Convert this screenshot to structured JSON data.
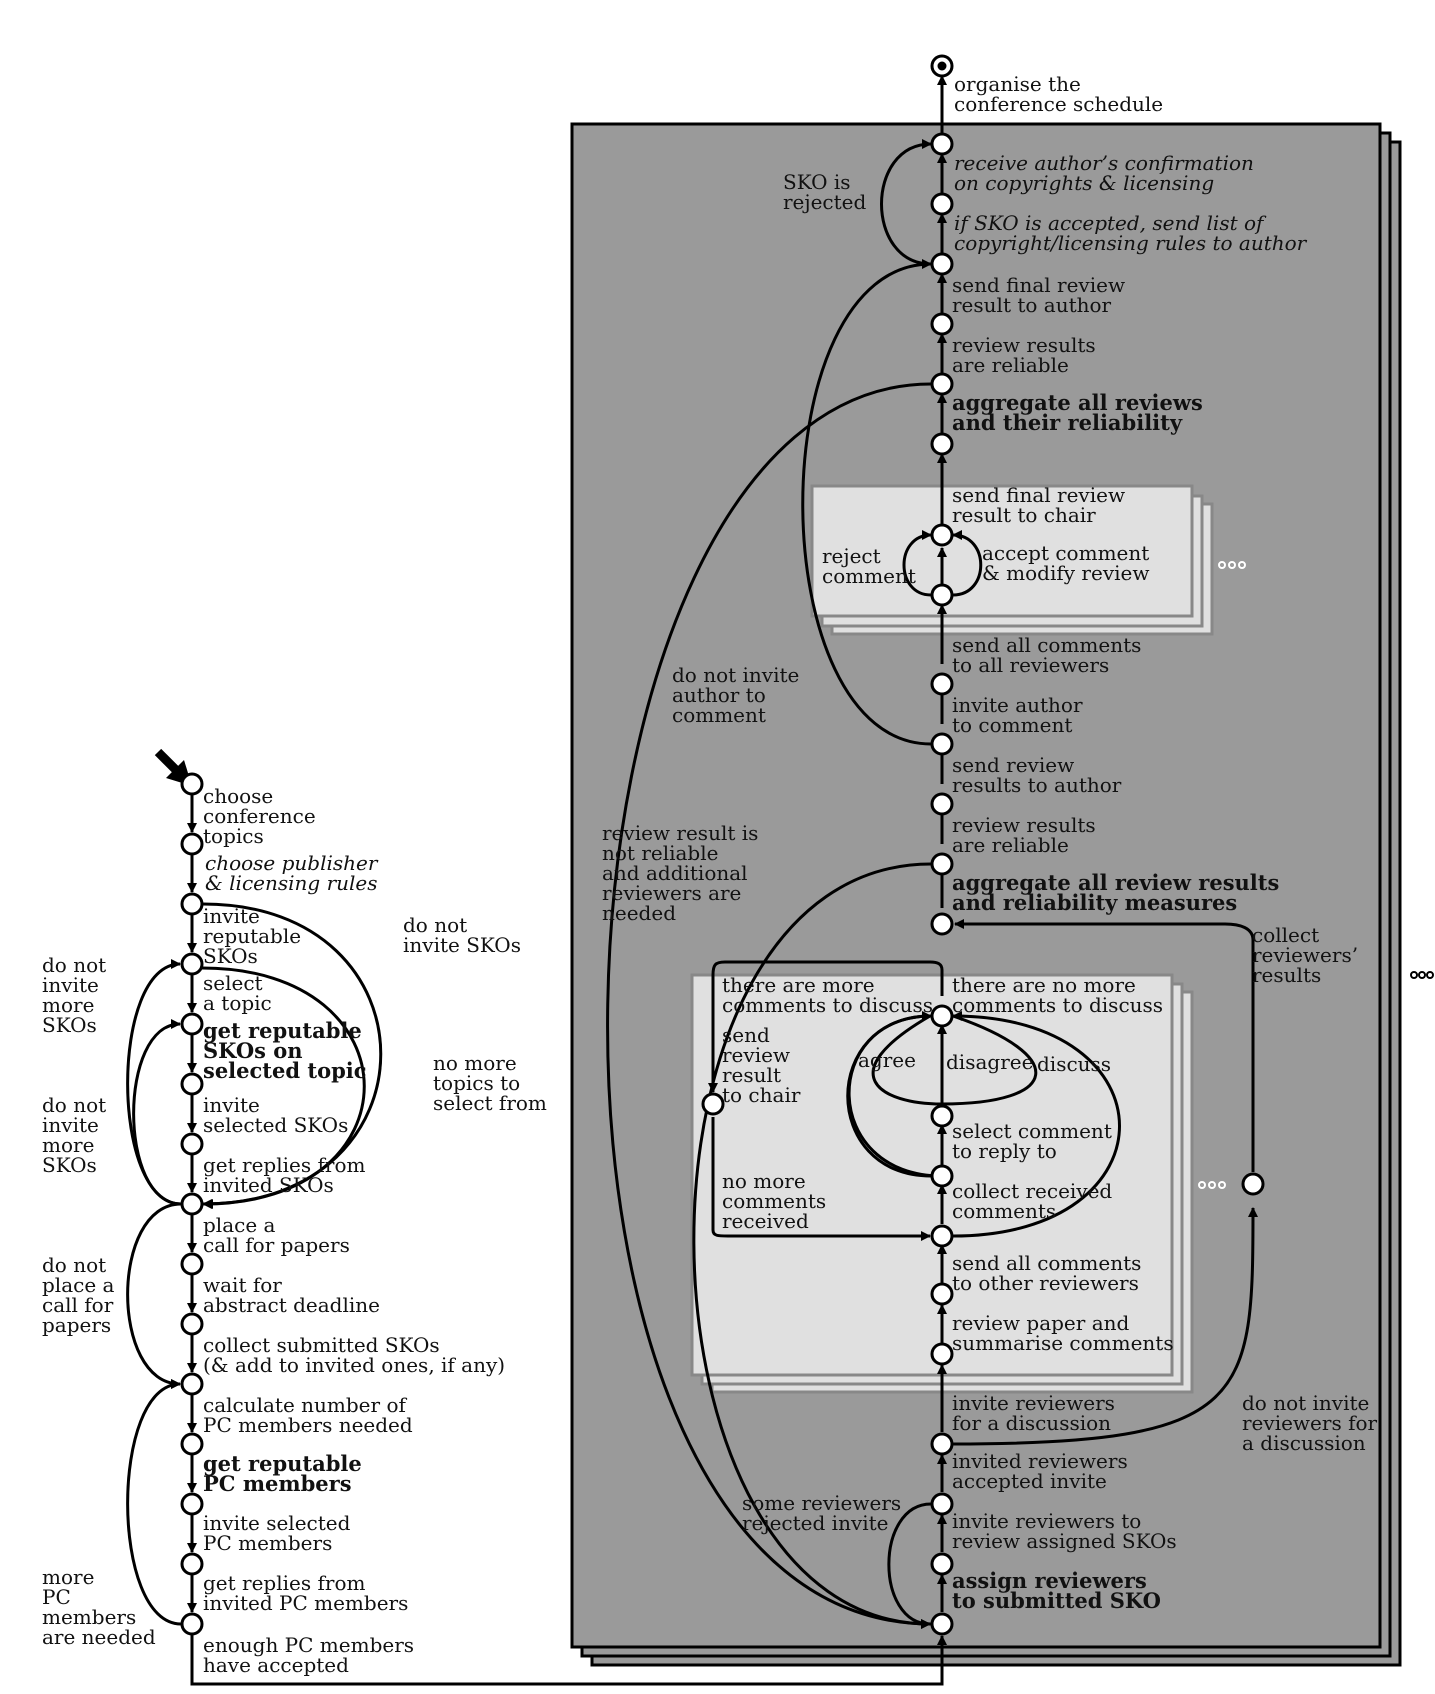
{
  "colors": {
    "outer_frame": "#9a9a9a",
    "inner_frame": "#e0e0e0",
    "inner_frame_stroke": "#888888",
    "line": "#000000",
    "node_fill": "#ffffff"
  },
  "icons": {
    "start": "start-arrow-icon",
    "end": "final-state-icon",
    "more": "ellipsis-icon"
  },
  "left": {
    "choose_topics": [
      "choose",
      "conference",
      "topics"
    ],
    "choose_publisher": [
      "choose publisher",
      "& licensing rules"
    ],
    "invite_reputable": [
      "invite",
      "reputable",
      "SKOs"
    ],
    "do_not_invite_skos_top": [
      "do not",
      "invite SKOs"
    ],
    "do_not_invite_more_1": [
      "do not",
      "invite",
      "more",
      "SKOs"
    ],
    "select_topic": [
      "select",
      "a topic"
    ],
    "get_reputable_skos": [
      "get reputable",
      "SKOs on",
      "selected topic"
    ],
    "no_more_topics": [
      "no more",
      "topics to",
      "select from"
    ],
    "do_not_invite_more_2": [
      "do not",
      "invite",
      "more",
      "SKOs"
    ],
    "invite_selected": [
      "invite",
      "selected SKOs"
    ],
    "get_replies_skos": [
      "get replies from",
      "invited SKOs"
    ],
    "place_call": [
      "place a",
      "call for papers"
    ],
    "do_not_place_call": [
      "do not",
      "place a",
      "call for",
      "papers"
    ],
    "wait_deadline": [
      "wait for",
      "abstract deadline"
    ],
    "collect_submitted": [
      "collect submitted SKOs",
      "(& add to invited ones, if any)"
    ],
    "calc_pc": [
      "calculate number of",
      "PC members needed"
    ],
    "get_reputable_pc": [
      "get reputable",
      "PC members"
    ],
    "invite_pc": [
      "invite selected",
      "PC members"
    ],
    "get_replies_pc": [
      "get replies from",
      "invited PC members"
    ],
    "more_pc_needed": [
      "more",
      "PC",
      "members",
      "are needed"
    ],
    "enough_pc": [
      "enough PC members",
      "have accepted"
    ]
  },
  "right": {
    "organise": [
      "organise the",
      "conference schedule"
    ],
    "receive_confirmation": [
      "receive author’s confirmation",
      "on copyrights & licensing"
    ],
    "sko_rejected": [
      "SKO is",
      "rejected"
    ],
    "send_list": [
      "if SKO is accepted, send list of",
      "copyright/licensing rules to author"
    ],
    "send_final_author": [
      "send final review",
      "result to author"
    ],
    "reliable_1": [
      "review results",
      "are reliable"
    ],
    "aggregate_reviews": [
      "aggregate all reviews",
      "and their reliability"
    ],
    "send_final_chair": [
      "send final review",
      "result to chair"
    ],
    "reject_comment": [
      "reject",
      "comment"
    ],
    "accept_comment": [
      "accept comment",
      "& modify review"
    ],
    "send_all_comments": [
      "send all comments",
      "to all reviewers"
    ],
    "do_not_invite_author": [
      "do not invite",
      "author to",
      "comment"
    ],
    "invite_author": [
      "invite author",
      "to comment"
    ],
    "send_review_author": [
      "send review",
      "results to author"
    ],
    "review_not_reliable": [
      "review result is",
      "not reliable",
      "and additional",
      "reviewers are",
      "needed"
    ],
    "reliable_2": [
      "review results",
      "are reliable"
    ],
    "aggregate_results": [
      "aggregate all review results",
      "and reliability measures"
    ],
    "collect_reviewers": [
      "collect",
      "reviewers’",
      "results"
    ],
    "more_comments": [
      "there are more",
      "comments to discuss"
    ],
    "no_more_to_discuss": [
      "there are no more",
      "comments to discuss"
    ],
    "agree": "agree",
    "disagree": "disagree",
    "discuss": "discuss",
    "send_review_chair": [
      "send",
      "review",
      "result",
      "to chair"
    ],
    "select_comment": [
      "select comment",
      "to reply to"
    ],
    "no_more_received": [
      "no more",
      "comments",
      "received"
    ],
    "collect_received": [
      "collect received",
      "comments"
    ],
    "send_all_other": [
      "send all comments",
      "to other reviewers"
    ],
    "review_paper": [
      "review paper and",
      "summarise comments"
    ],
    "invite_discussion": [
      "invite reviewers",
      "for a discussion"
    ],
    "do_not_invite_discussion": [
      "do not invite",
      "reviewers for",
      "a discussion"
    ],
    "accepted_invite": [
      "invited reviewers",
      "accepted invite"
    ],
    "some_rejected": [
      "some reviewers",
      "rejected invite"
    ],
    "invite_review": [
      "invite reviewers to",
      "review assigned SKOs"
    ],
    "assign_reviewers": [
      "assign reviewers",
      "to submitted SKO"
    ]
  }
}
